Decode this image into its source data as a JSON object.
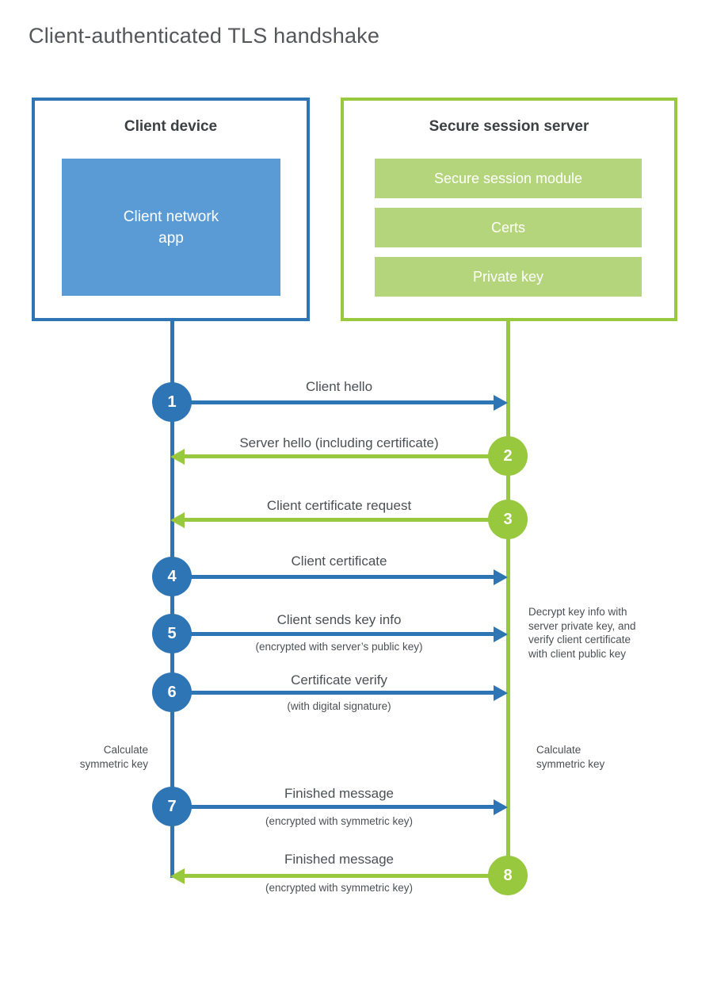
{
  "title": "Client-authenticated TLS handshake",
  "client": {
    "title": "Client device",
    "app": "Client network\napp"
  },
  "server": {
    "title": "Secure session server",
    "modules": [
      "Secure session module",
      "Certs",
      "Private key"
    ]
  },
  "steps": [
    {
      "num": "1",
      "label": "Client hello",
      "sub": "",
      "direction": "right",
      "color": "blue"
    },
    {
      "num": "2",
      "label": "Server hello (including certificate)",
      "sub": "",
      "direction": "left",
      "color": "green"
    },
    {
      "num": "3",
      "label": "Client certificate request",
      "sub": "",
      "direction": "left",
      "color": "green"
    },
    {
      "num": "4",
      "label": "Client certificate",
      "sub": "",
      "direction": "right",
      "color": "blue"
    },
    {
      "num": "5",
      "label": "Client sends key info",
      "sub": "(encrypted with server’s public key)",
      "direction": "right",
      "color": "blue"
    },
    {
      "num": "6",
      "label": "Certificate verify",
      "sub": "(with digital signature)",
      "direction": "right",
      "color": "blue"
    },
    {
      "num": "7",
      "label": "Finished message",
      "sub": "(encrypted with symmetric key)",
      "direction": "right",
      "color": "blue"
    },
    {
      "num": "8",
      "label": "Finished message",
      "sub": "(encrypted with symmetric key)",
      "direction": "left",
      "color": "green"
    }
  ],
  "notes": {
    "decrypt": "Decrypt key info with\nserver private key, and\nverify client certificate\nwith client public key",
    "calc_left": "Calculate\nsymmetric key",
    "calc_right": "Calculate\nsymmetric key"
  },
  "colors": {
    "blue": "#2e75b6",
    "blue_fill": "#5b9bd5",
    "green": "#97c83e",
    "green_fill": "#b5d57c",
    "title_text": "#54565a",
    "heading_text": "#3d4043",
    "label_text": "#4c4f54"
  }
}
